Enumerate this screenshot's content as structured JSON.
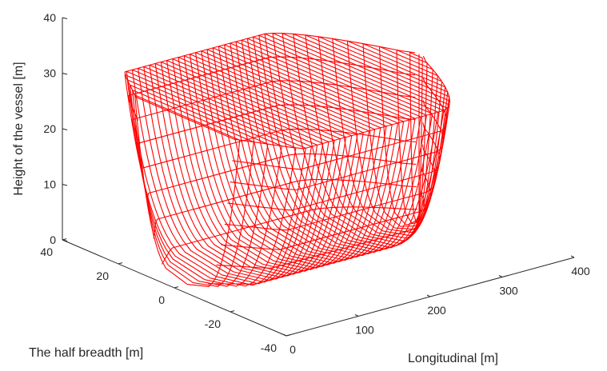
{
  "chart_data": {
    "type": "line",
    "subtype": "3d-wireframe",
    "title": "",
    "xlabel": "Longitudinal [m]",
    "ylabel": "The half breadth [m]",
    "zlabel": "Height of the vessel [m]",
    "xlim": [
      0,
      400
    ],
    "ylim": [
      -40,
      40
    ],
    "zlim": [
      0,
      40
    ],
    "xticks": [
      0,
      100,
      200,
      300,
      400
    ],
    "yticks": [
      -40,
      -20,
      0,
      20,
      40
    ],
    "zticks": [
      0,
      10,
      20,
      30,
      40
    ],
    "xtick_labels": [
      "0",
      "100",
      "200",
      "300",
      "400"
    ],
    "ytick_labels": [
      "-40",
      "-20",
      "0",
      "20",
      "40"
    ],
    "ztick_labels": [
      "0",
      "10",
      "20",
      "30",
      "40"
    ],
    "grid": false,
    "legend": "none",
    "line_color": "#ff0000",
    "hull": {
      "stern_x": 15,
      "bow_x": 340,
      "half_breadth_max": 32,
      "depth": 30,
      "bottom_z": 0,
      "deck_z": 30,
      "station_x": [
        18,
        26,
        34,
        42,
        50,
        58,
        66,
        74,
        82,
        90,
        98,
        106,
        114,
        122,
        130,
        138,
        146,
        154,
        162,
        170,
        178,
        186,
        194,
        202,
        210,
        218,
        226,
        234,
        242,
        250,
        258,
        266,
        274,
        282,
        290,
        298,
        306,
        314,
        322,
        330,
        336
      ]
    }
  }
}
